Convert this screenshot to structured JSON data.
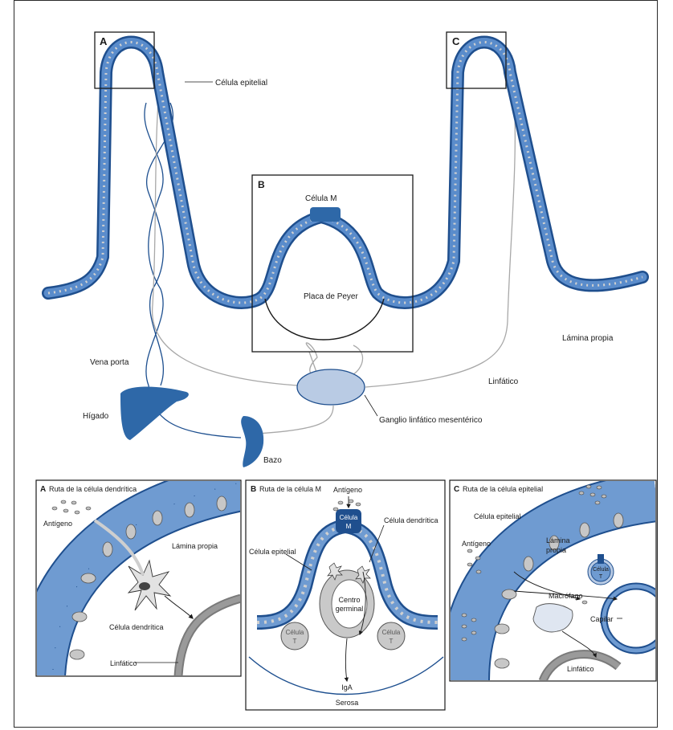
{
  "colors": {
    "epithelium": "#4f7fbd",
    "epithelium_dark": "#1f4f8e",
    "nucleus": "#c7c7c7",
    "organ": "#2e68a8",
    "node": "#b9cbe4",
    "vessel": "#1d4f8f",
    "lymph_line": "#a8a8a8",
    "gray_cell": "#c9c9c9"
  },
  "icons": [
    "villus-epithelium",
    "m-cell",
    "liver-shape",
    "spleen-shape",
    "lymph-node-ellipse",
    "dendritic-cell",
    "macrophage",
    "t-cell",
    "germinal-center",
    "capillary",
    "lymphatic-vessel"
  ],
  "main": {
    "box_a_letter": "A",
    "box_b_letter": "B",
    "box_c_letter": "C",
    "celula_epitelial": "Célula epitelial",
    "celula_m": "Célula M",
    "placa_peyer": "Placa de Peyer",
    "lamina_propia": "Lámina propia",
    "vena_porta": "Vena porta",
    "linfatico": "Linfático",
    "ganglio": "Ganglio linfático mesentérico",
    "higado": "Hígado",
    "bazo": "Bazo"
  },
  "panel_a": {
    "letter": "A",
    "title": "Ruta de la célula dendrítica",
    "antigeno": "Antígeno",
    "lamina_propia": "Lámina propia",
    "celula_dendritica": "Célula dendrítica",
    "linfatico": "Linfático"
  },
  "panel_b": {
    "letter": "B",
    "title": "Ruta de la célula M",
    "antigeno": "Antígeno",
    "celula_m_line1": "Célula",
    "celula_m_line2": "M",
    "celula_epitelial": "Célula epitelial",
    "celula_dendritica": "Célula dendrítica",
    "centro_line1": "Centro",
    "centro_line2": "germinal",
    "t_left_line1": "Célula",
    "t_left_line2": "T",
    "t_right_line1": "Célula",
    "t_right_line2": "T",
    "iga": "IgA",
    "serosa": "Serosa"
  },
  "panel_c": {
    "letter": "C",
    "title": "Ruta de la célula epitelial",
    "celula_epitelial": "Célula epitelial",
    "antigeno": "Antígeno",
    "lamina_line1": "Lámina",
    "lamina_line2": "propia",
    "t_line1": "Célula",
    "t_line2": "T",
    "macrofago": "Macrófago",
    "capilar": "Capilar",
    "linfatico": "Linfático"
  }
}
